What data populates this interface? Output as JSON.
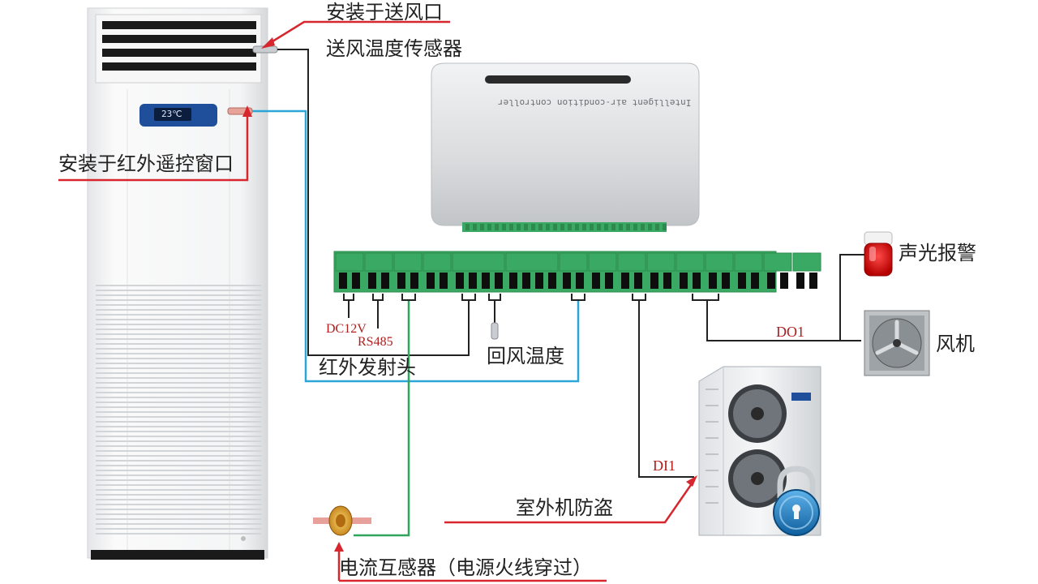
{
  "labels": {
    "install_supply_outlet": "安装于送风口",
    "supply_air_temp_sensor": "送风温度传感器",
    "install_ir_window": "安装于红外遥控窗口",
    "dc12v": "DC12V",
    "rs485": "RS485",
    "ir_emitter": "红外发射头",
    "return_air_temp": "回风温度",
    "sound_light_alarm": "声光报警",
    "fan": "风机",
    "do1": "DO1",
    "di1": "DI1",
    "outdoor_unit_antitheft": "室外机防盗",
    "current_transformer": "电流互感器（电源火线穿过）"
  },
  "ac_display": {
    "temperature": "23℃"
  },
  "controller": {
    "engraving": "Intelligent air-condition controller"
  },
  "colors": {
    "red_line": "#d8262e",
    "blue_line": "#2aa6d8",
    "green_line": "#2fa45a",
    "black_line": "#222222",
    "terminal_green": "#3aa963",
    "terminal_dark": "#2c8a4e"
  }
}
